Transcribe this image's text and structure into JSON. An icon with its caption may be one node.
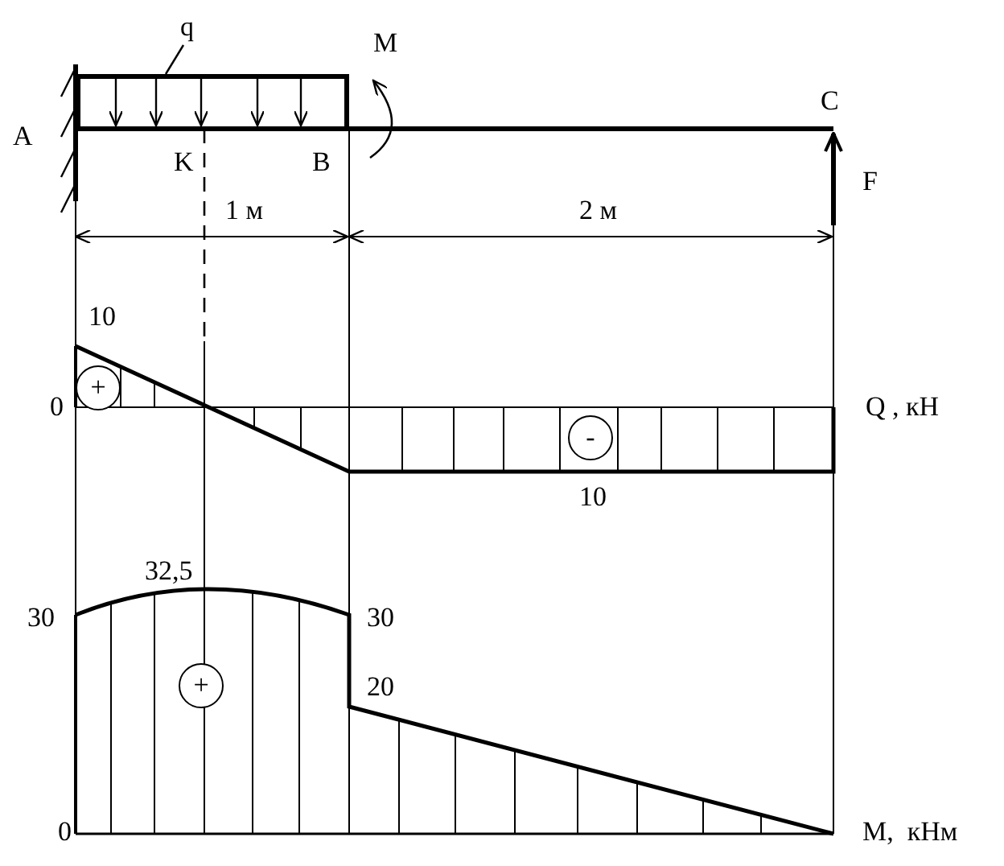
{
  "diagram": {
    "nodes": [
      {
        "text": [
          "q"
        ]
      },
      {
        "text": [],
        "shape": "box"
      }
    ],
    "edges": [
      {
        "from": 0,
        "to": 1,
        "arrow": "none"
      }
    ],
    "labels": [
      "M",
      "A",
      "K",
      "B",
      "C",
      "F",
      "1 м",
      "2 м",
      "10",
      "0",
      "+",
      "Q , кН",
      "-",
      "10",
      "32,5",
      "30",
      "30",
      "+",
      "20",
      "0",
      "M,  кНм"
    ]
  }
}
